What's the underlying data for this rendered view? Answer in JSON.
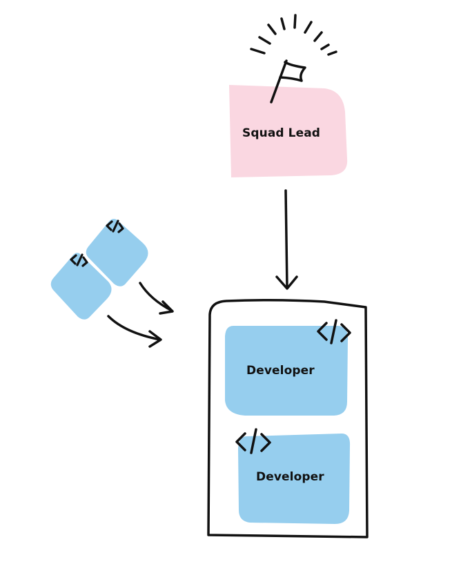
{
  "nodes": {
    "squad_lead": {
      "label": "Squad Lead",
      "fill": "#fad7e1"
    },
    "developer_1": {
      "label": "Developer",
      "fill": "#96ceee"
    },
    "developer_2": {
      "label": "Developer",
      "fill": "#96ceee"
    },
    "incoming_card_1": {
      "fill": "#96ceee"
    },
    "incoming_card_2": {
      "fill": "#96ceee"
    }
  },
  "icons": {
    "lead": "flag-icon",
    "developer": "code-icon"
  },
  "colors": {
    "stroke": "#111111",
    "background": "#ffffff"
  }
}
